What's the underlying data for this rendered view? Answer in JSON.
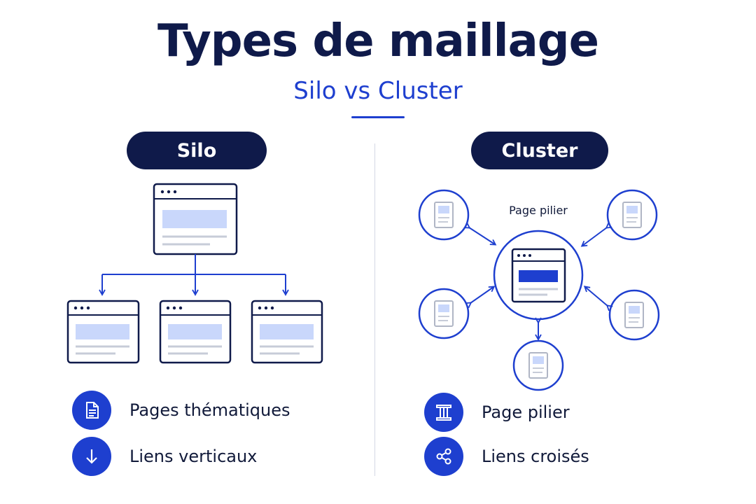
{
  "title": "Types de maillage",
  "subtitle": "Silo vs Cluster",
  "silo": {
    "label": "Silo",
    "legend": [
      {
        "icon": "document-icon",
        "text": "Pages thématiques"
      },
      {
        "icon": "arrow-down-icon",
        "text": "Liens verticaux"
      }
    ]
  },
  "cluster": {
    "label": "Cluster",
    "center_label": "Page pilier",
    "legend": [
      {
        "icon": "pillar-icon",
        "text": "Page pilier"
      },
      {
        "icon": "share-icon",
        "text": "Liens croisés"
      }
    ]
  },
  "colors": {
    "navy": "#0f1a4a",
    "accent": "#1e3fcf",
    "light_block": "#c9d7fb",
    "line_gray": "#c7ccd8"
  }
}
